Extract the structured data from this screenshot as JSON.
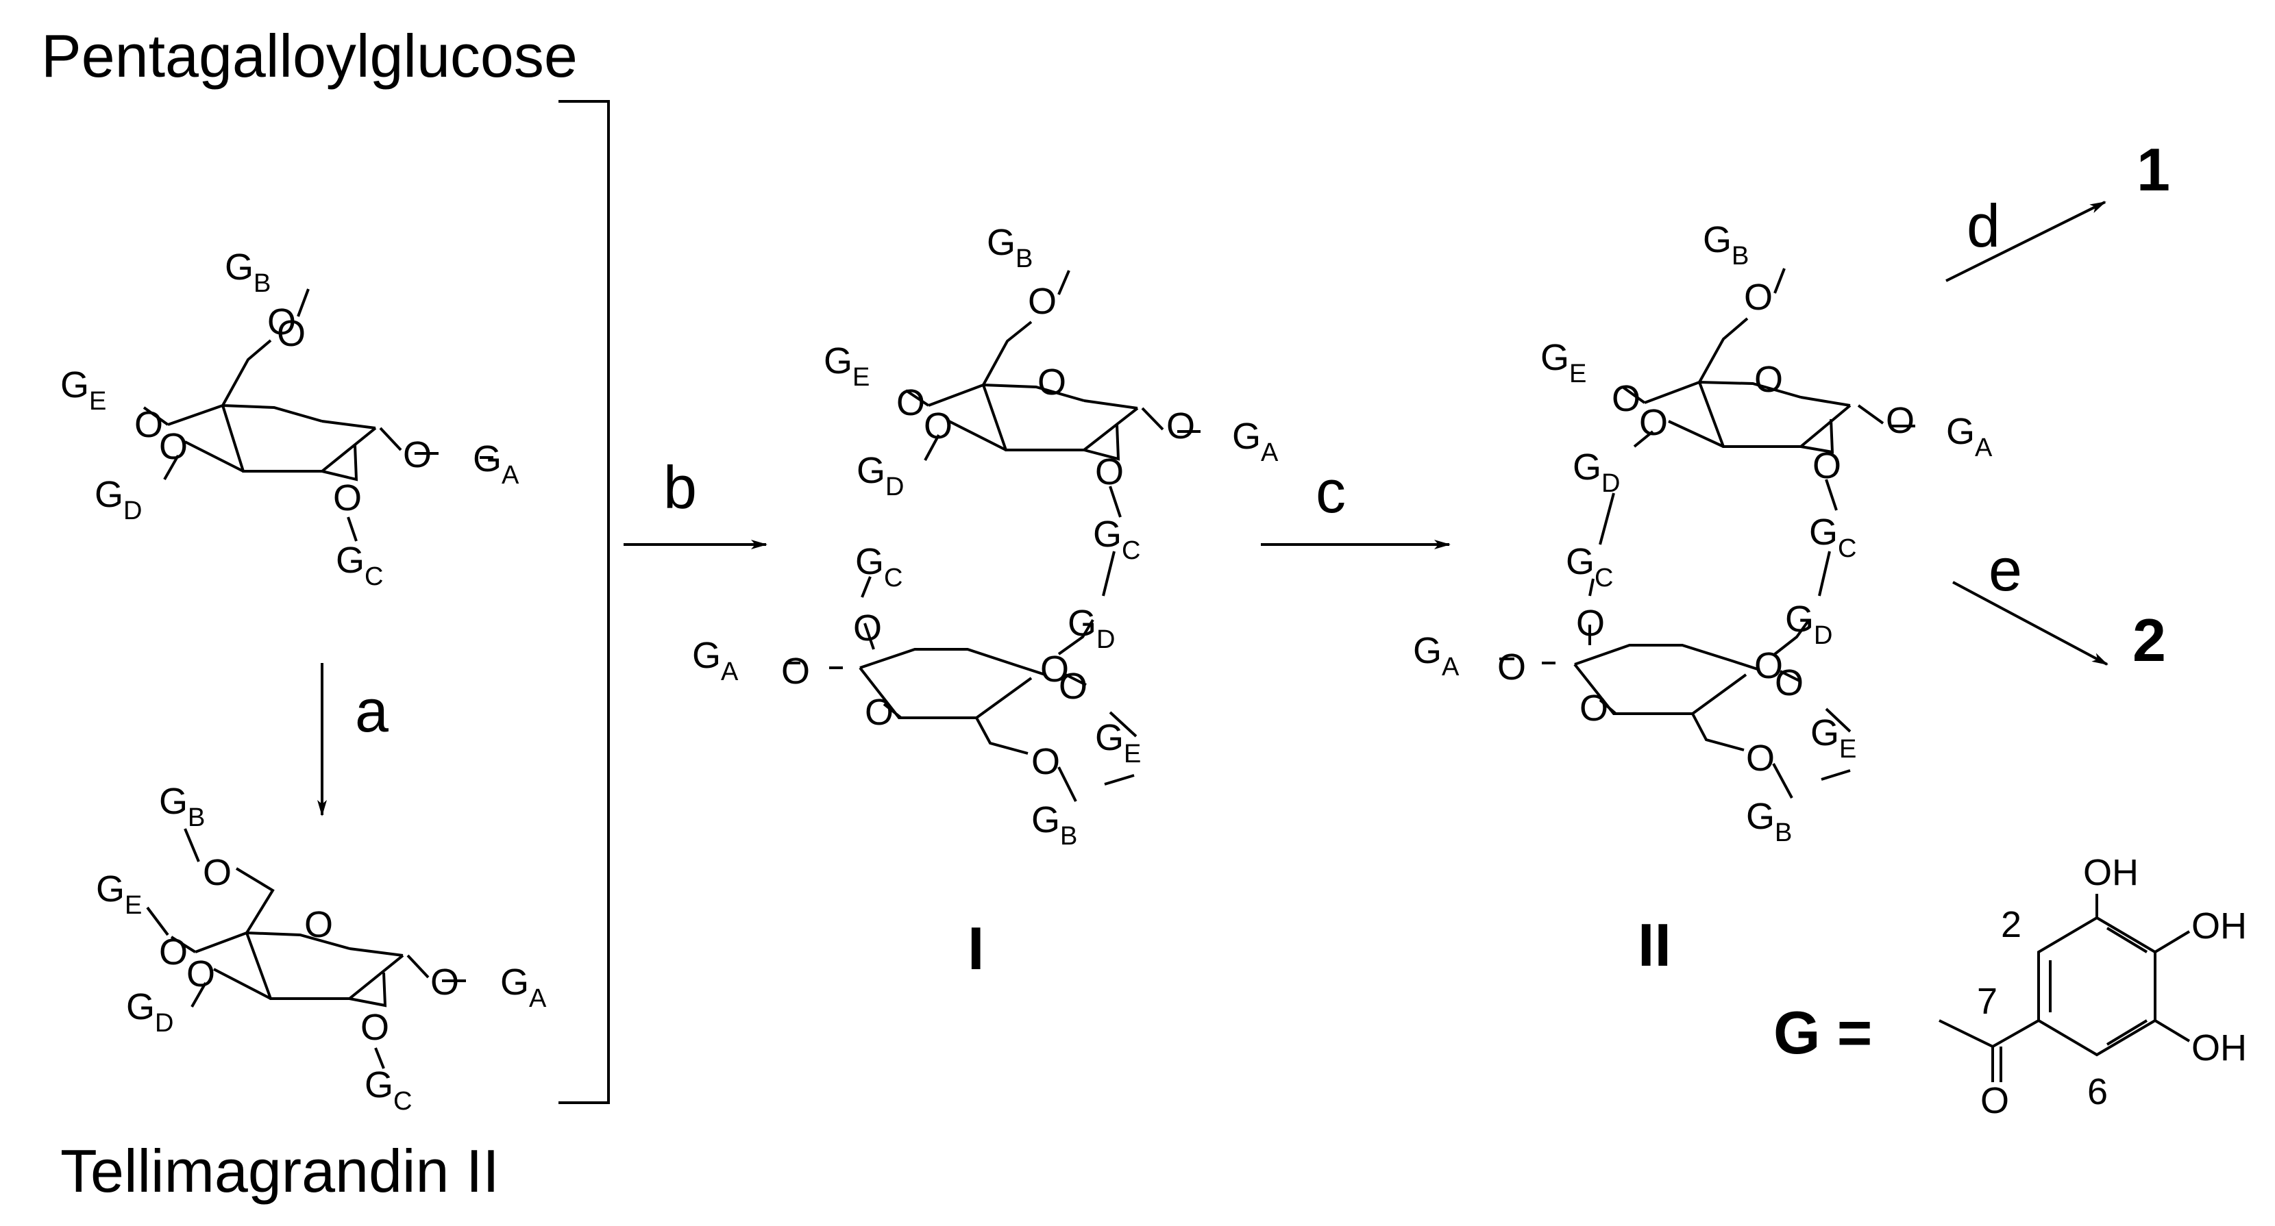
{
  "scheme": {
    "compound_top": "Pentagalloylglucose",
    "compound_bottom": "Tellimagrandin II",
    "intermediate_1": "I",
    "intermediate_2": "II",
    "product_1": "1",
    "product_2": "2",
    "steps": {
      "a": "a",
      "b": "b",
      "c": "c",
      "d": "d",
      "e": "e"
    }
  },
  "atoms": {
    "galloyl": "G",
    "oxygen": "O",
    "hydroxyl": "OH"
  },
  "galloyl_subscripts": {
    "A": "A",
    "B": "B",
    "C": "C",
    "D": "D",
    "E": "E"
  },
  "galloyl_definition": {
    "label": "G =",
    "positions": {
      "c2": "2",
      "c6": "6",
      "c7": "7"
    }
  },
  "colors": {
    "ink": "#000000",
    "background": "#ffffff"
  }
}
